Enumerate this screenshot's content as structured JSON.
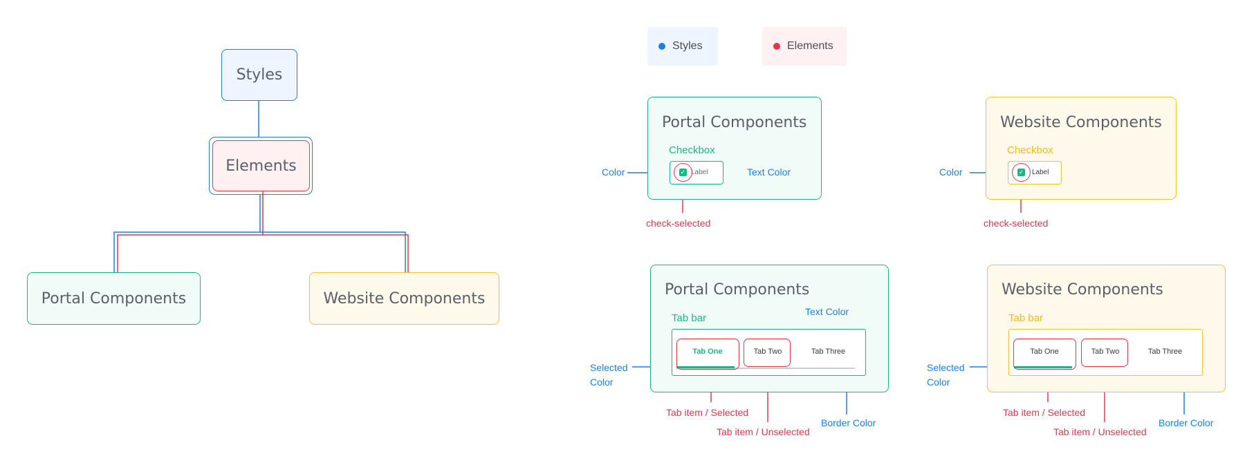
{
  "tree": {
    "styles": "Styles",
    "elements": "Elements",
    "portal": "Portal Components",
    "website": "Website Components"
  },
  "legend": {
    "styles": "Styles",
    "elements": "Elements"
  },
  "checkbox_panels": {
    "portal": {
      "title": "Portal Components",
      "subtitle": "Checkbox",
      "checkbox_label": "Label",
      "color": "Color",
      "text_color": "Text Color",
      "check_selected": "check-selected"
    },
    "website": {
      "title": "Website Components",
      "subtitle": "Checkbox",
      "checkbox_label": "Label",
      "color": "Color",
      "check_selected": "check-selected"
    }
  },
  "tab_panels": {
    "portal": {
      "title": "Portal Components",
      "subtitle": "Tab bar",
      "tabs": [
        "Tab One",
        "Tab Two",
        "Tab Three"
      ],
      "text_color": "Text Color",
      "selected_color_1": "Selected",
      "selected_color_2": "Color",
      "tab_selected": "Tab item / Selected",
      "tab_unselected": "Tab item / Unselected",
      "border_color": "Border Color"
    },
    "website": {
      "title": "Website Components",
      "subtitle": "Tab bar",
      "tabs": [
        "Tab One",
        "Tab Two",
        "Tab Three"
      ],
      "selected_color_1": "Selected",
      "selected_color_2": "Color",
      "tab_selected": "Tab item / Selected",
      "tab_unselected": "Tab item / Unselected",
      "border_color": "Border Color"
    }
  },
  "colors": {
    "styles_blue": "#1a7fe6",
    "elements_red": "#e8334a",
    "portal_green": "#19b784",
    "website_yellow": "#f2c232"
  }
}
